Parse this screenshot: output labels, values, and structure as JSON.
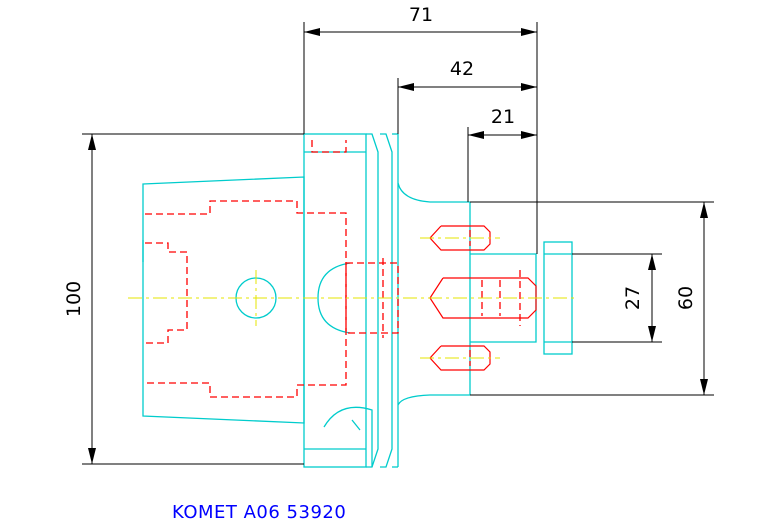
{
  "drawing": {
    "dimensions": {
      "top_overall": "71",
      "middle": "42",
      "short": "21",
      "height_left": "100",
      "right_outer": "60",
      "right_inner": "27"
    },
    "caption": "KOMET A06 53920",
    "colors": {
      "outline": "#00cccc",
      "hidden": "#ff0000",
      "centerline": "#e6e600",
      "dimension": "#000000",
      "caption": "#0000ff"
    }
  }
}
